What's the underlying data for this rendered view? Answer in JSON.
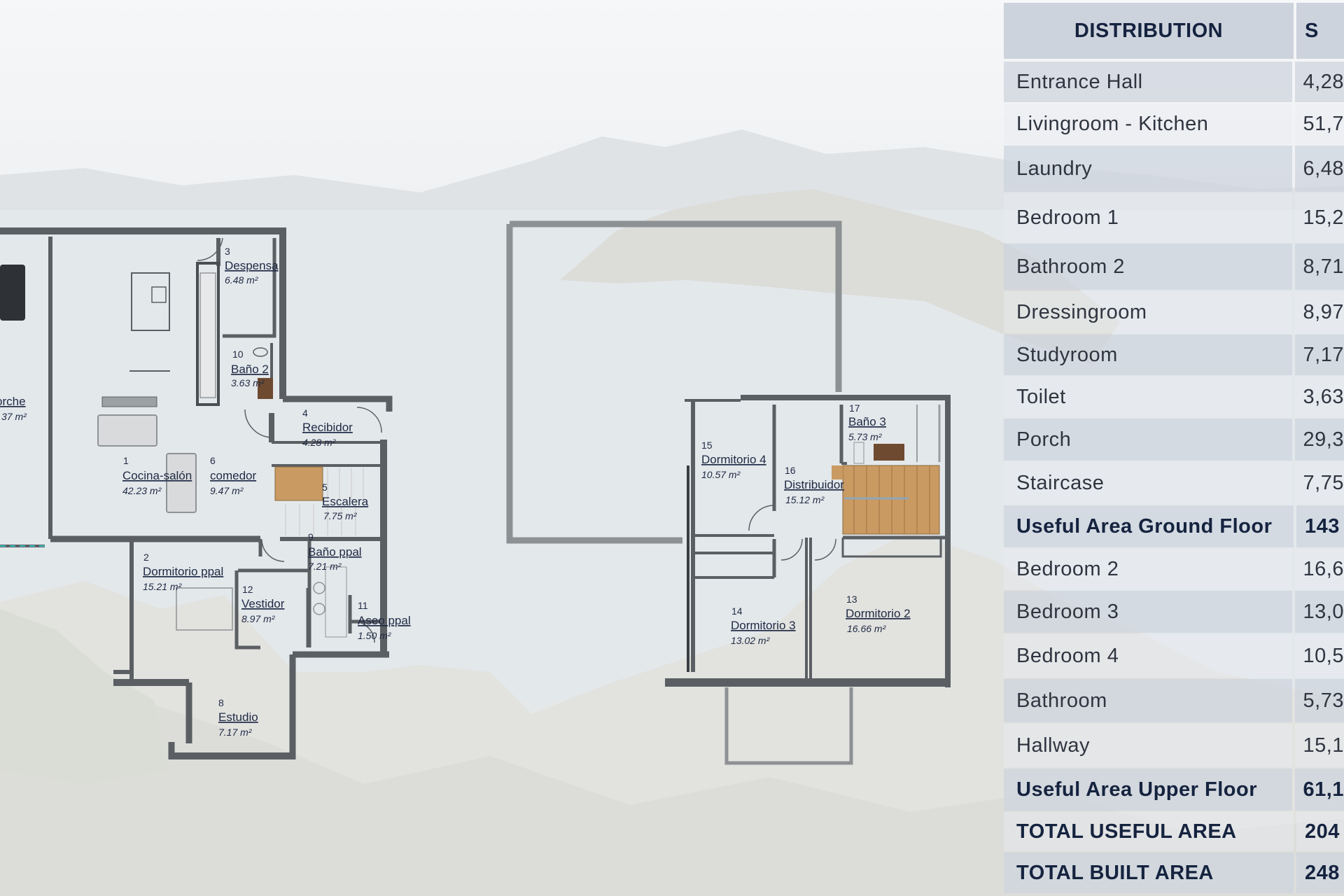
{
  "table": {
    "header": {
      "name": "DISTRIBUTION",
      "value": "S"
    },
    "rows": [
      {
        "name": "Entrance Hall",
        "value": "4,28"
      },
      {
        "name": "Livingroom - Kitchen",
        "value": "51,7"
      },
      {
        "name": "Laundry",
        "value": "6,48"
      },
      {
        "name": "Bedroom 1",
        "value": "15,2"
      },
      {
        "name": "Bathroom 2",
        "value": "8,71"
      },
      {
        "name": "Dressingroom",
        "value": "8,97"
      },
      {
        "name": "Studyroom",
        "value": "7,17"
      },
      {
        "name": "Toilet",
        "value": "3,63"
      },
      {
        "name": "Porch",
        "value": "29,3"
      },
      {
        "name": "Staircase",
        "value": "7,75"
      },
      {
        "name": "Useful Area Ground Floor",
        "value": "143",
        "bold": true
      },
      {
        "name": "Bedroom 2",
        "value": "16,6"
      },
      {
        "name": "Bedroom 3",
        "value": "13,0"
      },
      {
        "name": "Bedroom 4",
        "value": "10,5"
      },
      {
        "name": "Bathroom",
        "value": "5,73"
      },
      {
        "name": "Hallway",
        "value": "15,1"
      },
      {
        "name": "Useful Area Upper Floor",
        "value": "61,1",
        "bold": true
      },
      {
        "name": "TOTAL USEFUL AREA",
        "value": "204",
        "bold": true
      },
      {
        "name": "TOTAL BUILT AREA",
        "value": "248",
        "bold": true
      }
    ]
  },
  "ground_floor": {
    "porch": {
      "name": "orche",
      "area": "37 m²"
    },
    "rooms": [
      {
        "num": "3",
        "name": "Despensa",
        "area": "6.48 m²"
      },
      {
        "num": "10",
        "name": "Baño 2",
        "area": "3.63 m²"
      },
      {
        "num": "4",
        "name": "Recibidor",
        "area": "4.28 m²"
      },
      {
        "num": "1",
        "name": "Cocina-salón",
        "area": "42.23 m²"
      },
      {
        "num": "6",
        "name": "comedor",
        "area": "9.47 m²"
      },
      {
        "num": "5",
        "name": "Escalera",
        "area": "7.75 m²"
      },
      {
        "num": "9",
        "name": "Baño ppal",
        "area": "7.21 m²"
      },
      {
        "num": "2",
        "name": "Dormitorio ppal",
        "area": "15.21 m²"
      },
      {
        "num": "12",
        "name": "Vestidor",
        "area": "8.97 m²"
      },
      {
        "num": "11",
        "name": "Aseo ppal",
        "area": "1.50 m²"
      },
      {
        "num": "8",
        "name": "Estudio",
        "area": "7.17 m²"
      }
    ]
  },
  "upper_floor": {
    "rooms": [
      {
        "num": "17",
        "name": "Baño 3",
        "area": "5.73 m²"
      },
      {
        "num": "15",
        "name": "Dormitorio 4",
        "area": "10.57 m²"
      },
      {
        "num": "16",
        "name": "Distribuidor",
        "area": "15.12 m²"
      },
      {
        "num": "14",
        "name": "Dormitorio 3",
        "area": "13.02 m²"
      },
      {
        "num": "13",
        "name": "Dormitorio 2",
        "area": "16.66 m²"
      }
    ]
  },
  "colors": {
    "wall": "#5b5f63",
    "stair": "#c99a62",
    "text": "#1f2a44",
    "table_header": "#cdd3dc"
  }
}
